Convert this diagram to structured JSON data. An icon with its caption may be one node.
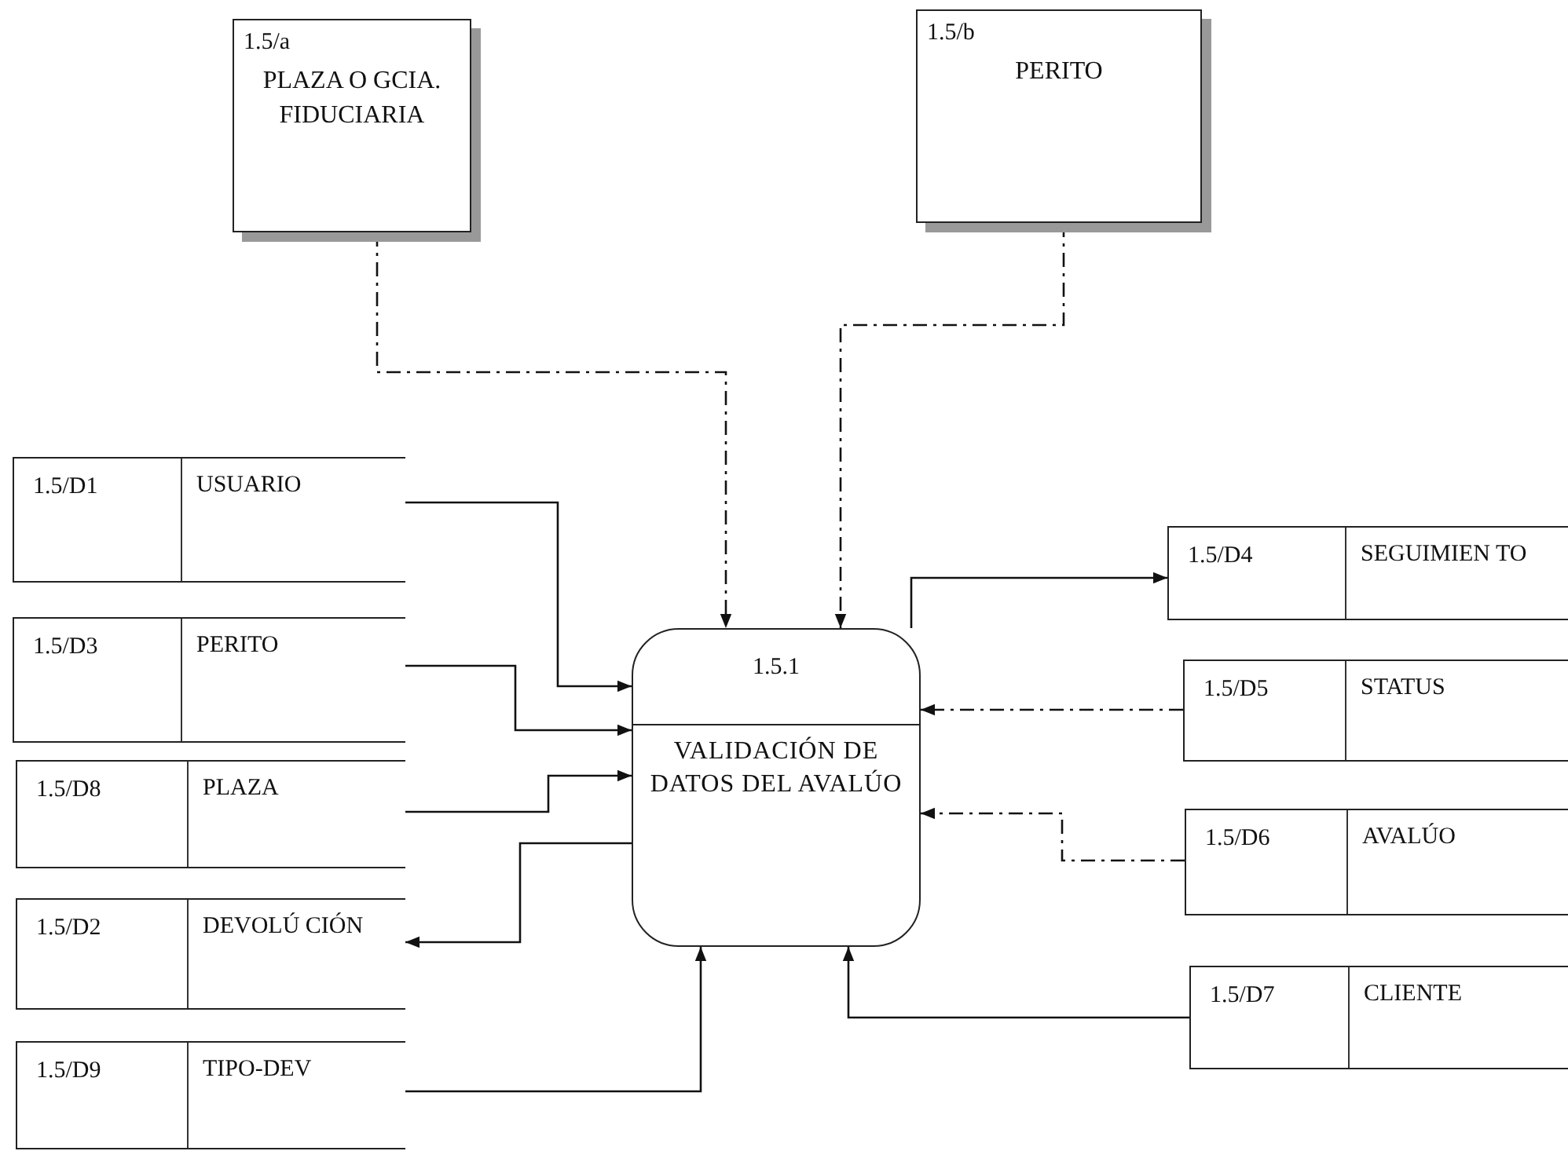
{
  "diagram": {
    "nodes": [
      {
        "text": [
          "1.5/a",
          "PLAZA O GCIA. FIDUCIARIA"
        ]
      },
      {
        "text": [
          "1.5/b",
          "PERITO"
        ]
      },
      {
        "text": [
          "1.5/D1",
          "USUARIO"
        ]
      },
      {
        "text": [
          "1.5/D3",
          "PERITO"
        ]
      },
      {
        "text": [
          "1.5/D8",
          "PLAZA"
        ]
      },
      {
        "text": [
          "1.5/D2",
          "DEVOLÚ CIÓN"
        ]
      },
      {
        "text": [
          "1.5/D9",
          "TIPO-DEV"
        ]
      },
      {
        "text": [
          "1.5.1",
          "VALIDACIÓN DE DATOS DEL AVALÚO"
        ]
      },
      {
        "text": [
          "1.5/D4",
          "SEGUIMIEN TO"
        ]
      },
      {
        "text": [
          "1.5/D5",
          "STATUS"
        ]
      },
      {
        "text": [
          "1.5/D6",
          "AVALÚO"
        ]
      },
      {
        "text": [
          "1.5/D7",
          "CLIENTE"
        ]
      }
    ],
    "edges": [
      {
        "from": 0,
        "to": 7,
        "arrow": "to",
        "style": "dashed"
      },
      {
        "from": 1,
        "to": 7,
        "arrow": "to",
        "style": "dashed"
      },
      {
        "from": 2,
        "to": 7,
        "arrow": "to"
      },
      {
        "from": 3,
        "to": 7,
        "arrow": "to"
      },
      {
        "from": 4,
        "to": 7,
        "arrow": "to"
      },
      {
        "from": 7,
        "to": 5,
        "arrow": "to"
      },
      {
        "from": 6,
        "to": 7,
        "arrow": "to"
      },
      {
        "from": 7,
        "to": 8,
        "arrow": "to"
      },
      {
        "from": 9,
        "to": 7,
        "arrow": "to",
        "style": "dashed"
      },
      {
        "from": 10,
        "to": 7,
        "arrow": "to",
        "style": "dashed"
      },
      {
        "from": 11,
        "to": 7,
        "arrow": "to"
      }
    ]
  }
}
